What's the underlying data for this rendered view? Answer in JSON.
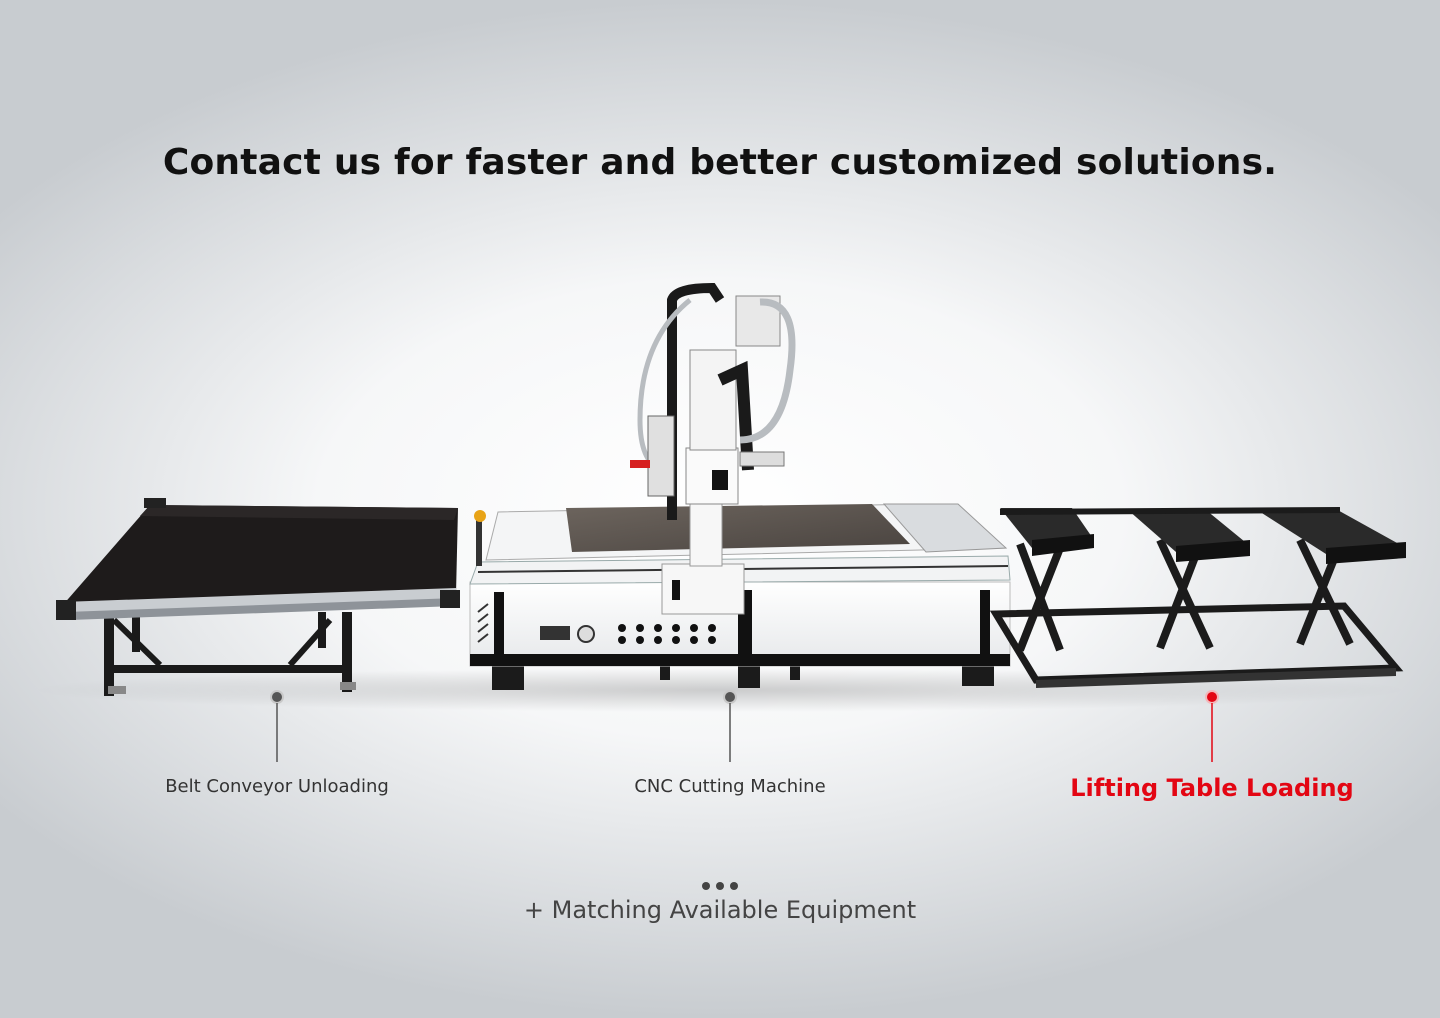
{
  "headline": "Contact us for faster and better customized solutions.",
  "equipment": [
    {
      "label": "Belt Conveyor Unloading",
      "state": "normal"
    },
    {
      "label": "CNC Cutting Machine",
      "state": "normal"
    },
    {
      "label": "Lifting Table Loading",
      "state": "active"
    }
  ],
  "more": "+ Matching Available Equipment",
  "colors": {
    "accent": "#e30613",
    "marker": "#555555"
  }
}
